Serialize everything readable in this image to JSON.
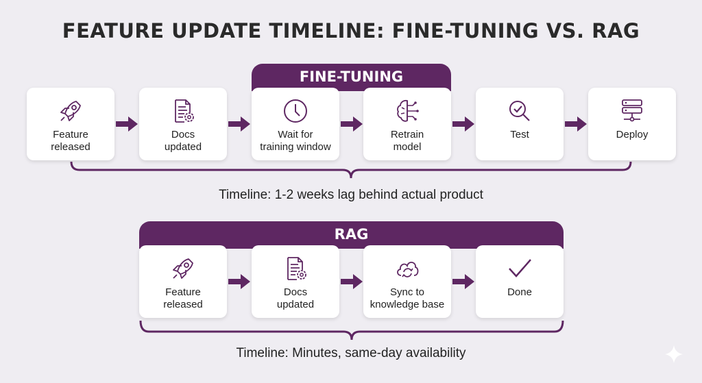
{
  "title": "FEATURE UPDATE TIMELINE: FINE-TUNING VS. RAG",
  "colors": {
    "accent": "#5e2762",
    "background": "#efedf2"
  },
  "fine_tuning": {
    "banner": "FINE-TUNING",
    "steps": [
      {
        "icon": "rocket-icon",
        "label": "Feature released"
      },
      {
        "icon": "document-gear-icon",
        "label": "Docs updated"
      },
      {
        "icon": "clock-icon",
        "label": "Wait for training window"
      },
      {
        "icon": "brain-circuit-icon",
        "label": "Retrain model"
      },
      {
        "icon": "search-check-icon",
        "label": "Test"
      },
      {
        "icon": "server-icon",
        "label": "Deploy"
      }
    ],
    "timeline": "Timeline: 1-2 weeks lag behind actual product"
  },
  "rag": {
    "banner": "RAG",
    "steps": [
      {
        "icon": "rocket-icon",
        "label": "Feature released"
      },
      {
        "icon": "document-gear-icon",
        "label": "Docs updated"
      },
      {
        "icon": "cloud-sync-icon",
        "label": "Sync to knowledge base"
      },
      {
        "icon": "checkmark-icon",
        "label": "Done"
      }
    ],
    "timeline": "Timeline: Minutes, same-day availability"
  }
}
